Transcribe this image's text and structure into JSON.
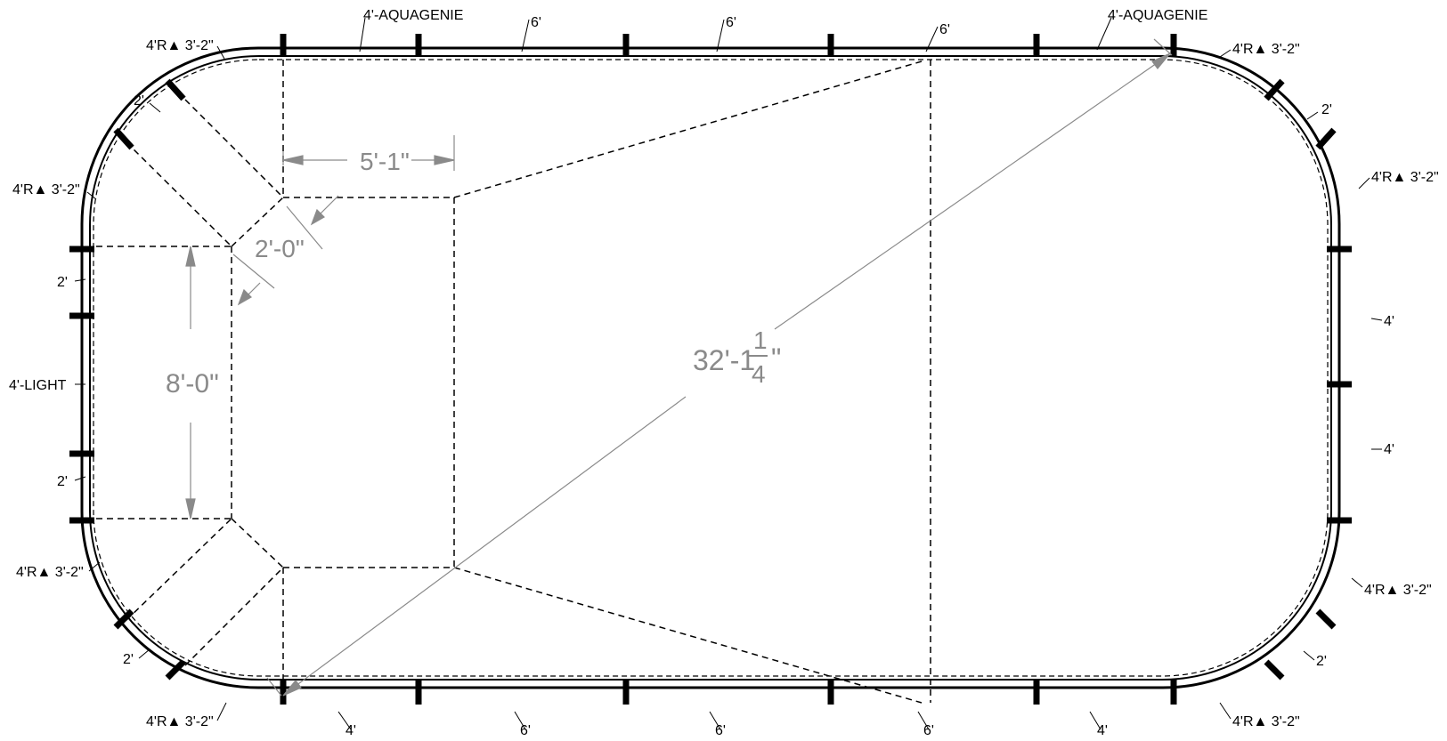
{
  "colors": {
    "ink": "#000000",
    "dimension": "#8a8a8a",
    "background": "#ffffff"
  },
  "labels": {
    "aquagenie_top_left": "4'-AQUAGENIE",
    "aquagenie_top_right": "4'-AQUAGENIE",
    "light_left": "4'-LIGHT",
    "radius_label": "4'R▲ 3'-2\"",
    "seg_2ft": "2'",
    "seg_4ft": "4'",
    "seg_6ft": "6'"
  },
  "dimensions": {
    "width_step": "5'-1\"",
    "corner_offset": "2'-0\"",
    "shallow_width": "8'-0\"",
    "diagonal_whole": "32'-1",
    "diagonal_frac_num": "1",
    "diagonal_frac_den": "4",
    "diagonal_inch": "\""
  }
}
